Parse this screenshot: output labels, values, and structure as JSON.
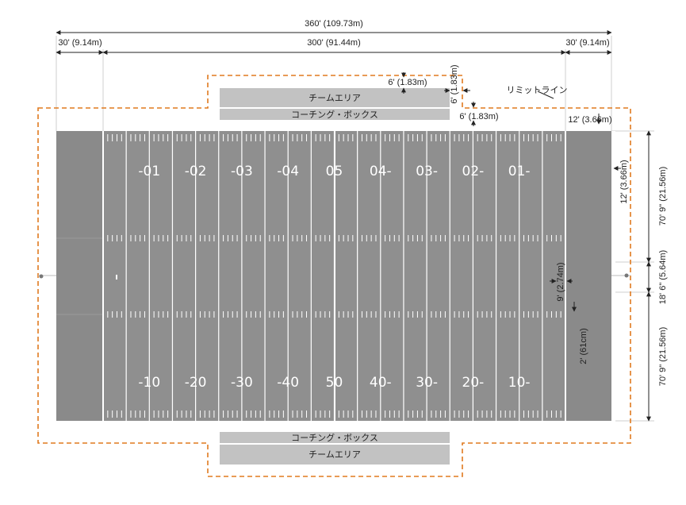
{
  "colors": {
    "field": "#8f8f8f",
    "line": "#ffffff",
    "boundary": "#e07a1f",
    "area": "#c2c2c2",
    "dimension": "#222222"
  },
  "dimensions": {
    "total_length": "360' (109.73m)",
    "endzone_left": "30' (9.14m)",
    "field_length": "300' (91.44m)",
    "endzone_right": "30' (9.14m)",
    "gap_top": "6' (1.83m)",
    "gap_side_vertical": "6' (1.83m)",
    "gap_bottom": "6' (1.83m)",
    "limit_to_sideline": "12' (3.66m)",
    "limit_to_endline": "12' (3.66m)",
    "half_width_top": "70' 9\" (21.56m)",
    "hash_width": "18' 6\" (5.64m)",
    "half_width_bottom": "70' 9\" (21.56m)",
    "hash_length": "9' (2.74m)",
    "goal_gap": "2' (61cm)"
  },
  "labels": {
    "team_area": "チームエリア",
    "coaching_box": "コーチング・ボックス",
    "limit_line": "リミットライン"
  },
  "field_numbers": {
    "top": [
      "-01",
      "-02",
      "-03",
      "-04",
      "05",
      "04-",
      "03-",
      "02-",
      "01-"
    ],
    "bottom": [
      "-10",
      "-20",
      "-30",
      "-40",
      "50",
      "40-",
      "30-",
      "20-",
      "10-"
    ]
  }
}
